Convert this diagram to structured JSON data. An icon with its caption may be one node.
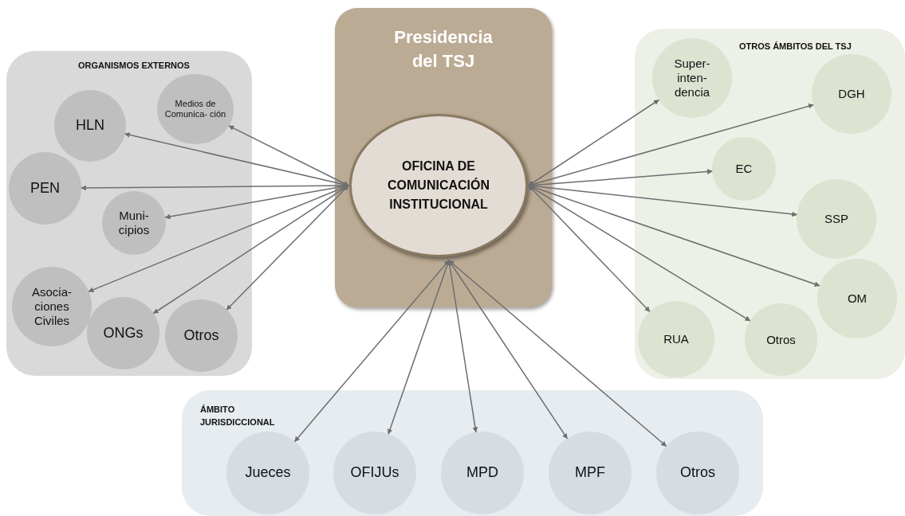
{
  "diagram": {
    "nodes": [
      {
        "text": [
          "Presidencia del TSJ"
        ]
      },
      {
        "text": [
          "OFICINA DE COMUNICACIÓN INSTITUCIONAL"
        ],
        "in": 0
      },
      {
        "text": [
          "ORGANISMOS EXTERNOS"
        ]
      },
      {
        "text": [
          "Medios de Comunica- ción"
        ],
        "in": 2
      },
      {
        "text": [
          "HLN"
        ],
        "in": 2
      },
      {
        "text": [
          "PEN"
        ],
        "in": 2
      },
      {
        "text": [
          "Muni- cipios"
        ],
        "in": 2
      },
      {
        "text": [
          "Asocia- ciones Civiles"
        ],
        "in": 2
      },
      {
        "text": [
          "ONGs"
        ],
        "in": 2
      },
      {
        "text": [
          "Otros"
        ],
        "in": 2
      },
      {
        "text": [
          "OTROS ÁMBITOS DEL TSJ"
        ]
      },
      {
        "text": [
          "Super- inten- dencia"
        ],
        "in": 10
      },
      {
        "text": [
          "DGH"
        ],
        "in": 10
      },
      {
        "text": [
          "EC"
        ],
        "in": 10
      },
      {
        "text": [
          "SSP"
        ],
        "in": 10
      },
      {
        "text": [
          "OM"
        ],
        "in": 10
      },
      {
        "text": [
          "RUA"
        ],
        "in": 10
      },
      {
        "text": [
          "Otros"
        ],
        "in": 10
      },
      {
        "text": [
          "ÁMBITO JURISDICCIONAL"
        ]
      },
      {
        "text": [
          "Jueces"
        ],
        "in": 18
      },
      {
        "text": [
          "OFIJUs"
        ],
        "in": 18
      },
      {
        "text": [
          "MPD"
        ],
        "in": 18
      },
      {
        "text": [
          "MPF"
        ],
        "in": 18
      },
      {
        "text": [
          "Otros"
        ],
        "in": 18
      }
    ],
    "edges": [
      {
        "from": 1,
        "to": 3,
        "arrow": "both"
      },
      {
        "from": 1,
        "to": 4,
        "arrow": "both"
      },
      {
        "from": 1,
        "to": 5,
        "arrow": "both"
      },
      {
        "from": 1,
        "to": 6,
        "arrow": "both"
      },
      {
        "from": 1,
        "to": 7,
        "arrow": "both"
      },
      {
        "from": 1,
        "to": 8,
        "arrow": "both"
      },
      {
        "from": 1,
        "to": 9,
        "arrow": "both"
      },
      {
        "from": 1,
        "to": 11,
        "arrow": "both"
      },
      {
        "from": 1,
        "to": 12,
        "arrow": "both"
      },
      {
        "from": 1,
        "to": 13,
        "arrow": "both"
      },
      {
        "from": 1,
        "to": 14,
        "arrow": "both"
      },
      {
        "from": 1,
        "to": 15,
        "arrow": "both"
      },
      {
        "from": 1,
        "to": 16,
        "arrow": "both"
      },
      {
        "from": 1,
        "to": 17,
        "arrow": "both"
      },
      {
        "from": 1,
        "to": 19,
        "arrow": "both"
      },
      {
        "from": 1,
        "to": 20,
        "arrow": "both"
      },
      {
        "from": 1,
        "to": 21,
        "arrow": "both"
      },
      {
        "from": 1,
        "to": 22,
        "arrow": "both"
      },
      {
        "from": 1,
        "to": 23,
        "arrow": "both"
      }
    ]
  }
}
